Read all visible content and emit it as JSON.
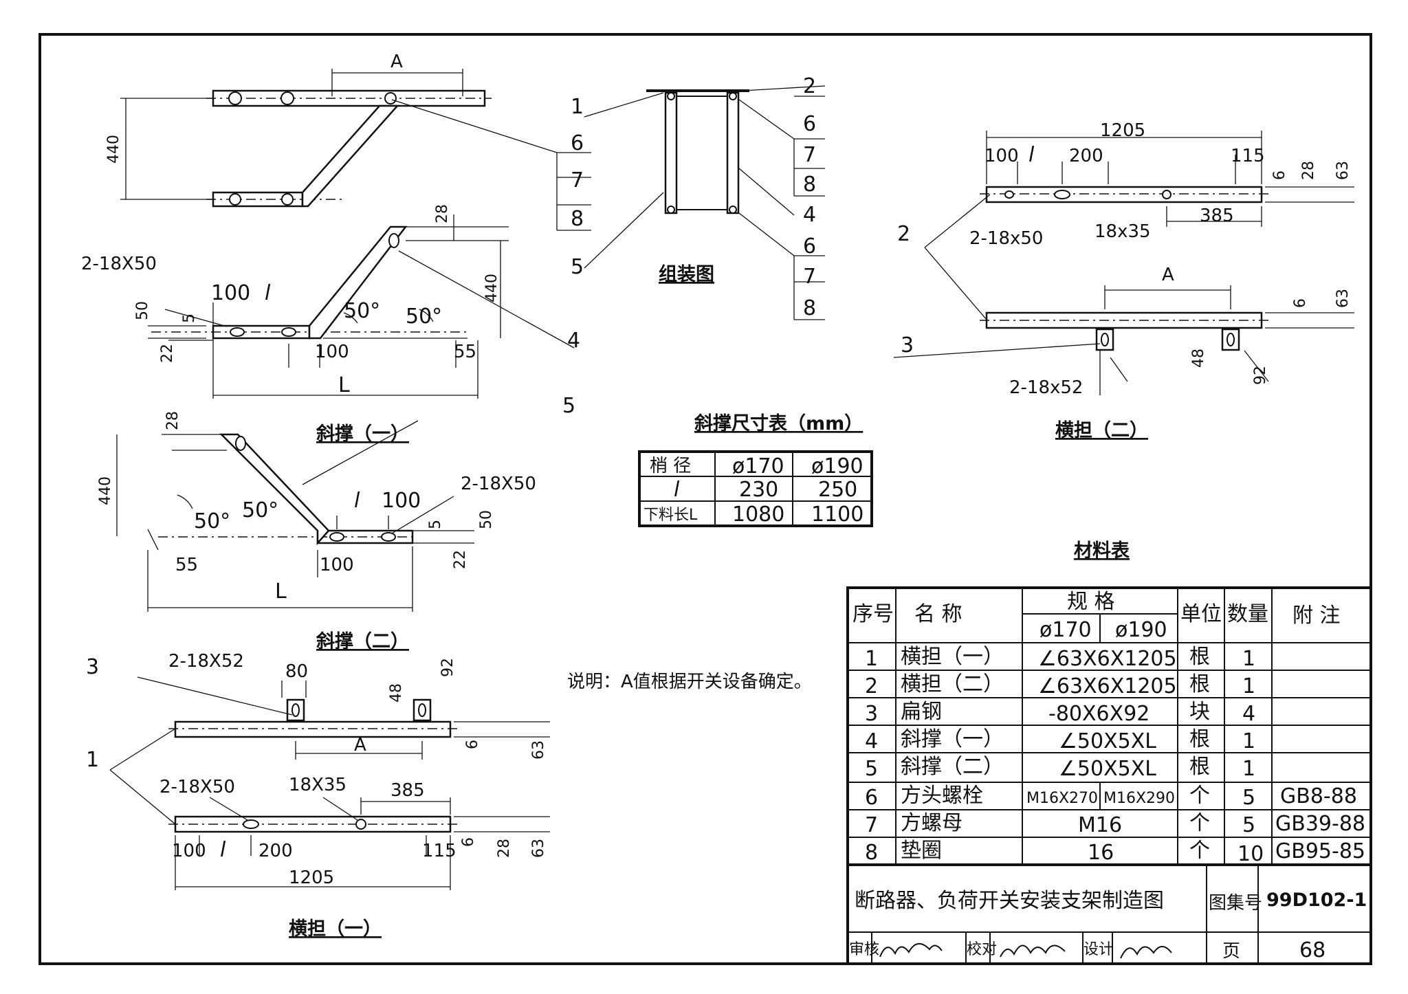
{
  "drawing": {
    "title": "断路器、负荷开关安装支架制造图",
    "atlas_label": "图集号",
    "atlas_no": "99D102-1",
    "page_label": "页",
    "page_no": "68",
    "review_label": "审核",
    "check_label": "校对",
    "design_label": "设计",
    "note": "说明：A值根据开关设备确定。"
  },
  "views": {
    "brace1_title": "斜撑（一）",
    "brace2_title": "斜撑（二）",
    "crossarm1_title": "横担（一）",
    "crossarm2_title": "横担（二）",
    "assembly_title": "组装图",
    "brace_table_title": "斜撑尺寸表（mm）",
    "material_table_title": "材料表"
  },
  "dims": {
    "A": "A",
    "d440": "440",
    "d28": "28",
    "d50": "50",
    "d5": "5",
    "d22": "22",
    "d100": "100",
    "l": "l",
    "L": "L",
    "d55": "55",
    "ang50": "50°",
    "hole_2_18x50": "2-18X50",
    "hole_2_18x50_lc": "2-18x50",
    "hole_2_18x52": "2-18X52",
    "hole_2_18x52_lc": "2-18x52",
    "hole_18x35": "18X35",
    "hole_18x35_lc": "18x35",
    "d200": "200",
    "d385": "385",
    "d115": "115",
    "d1205": "1205",
    "d6": "6",
    "d63": "63",
    "d80": "80",
    "d48": "48",
    "d92": "92"
  },
  "labels": {
    "n1": "1",
    "n2": "2",
    "n3": "3",
    "n4": "4",
    "n5": "5",
    "n6": "6",
    "n7": "7",
    "n8": "8"
  },
  "brace_table": {
    "head": [
      "梢 径",
      "ø170",
      "ø190"
    ],
    "rows": [
      [
        "l",
        "230",
        "250"
      ],
      [
        "下料长L",
        "1080",
        "1100"
      ]
    ]
  },
  "material_table": {
    "headers": {
      "no": "序号",
      "name": "名  称",
      "spec": "规  格",
      "spec_a": "ø170",
      "spec_b": "ø190",
      "unit": "单位",
      "qty": "数量",
      "remark": "附  注"
    },
    "rows": [
      {
        "no": "1",
        "name": "横担（一）",
        "spec": "∠63X6X1205",
        "spec_a": "",
        "spec_b": "",
        "unit": "根",
        "qty": "1",
        "remark": ""
      },
      {
        "no": "2",
        "name": "横担（二）",
        "spec": "∠63X6X1205",
        "spec_a": "",
        "spec_b": "",
        "unit": "根",
        "qty": "1",
        "remark": ""
      },
      {
        "no": "3",
        "name": "扁钢",
        "spec": "-80X6X92",
        "spec_a": "",
        "spec_b": "",
        "unit": "块",
        "qty": "4",
        "remark": ""
      },
      {
        "no": "4",
        "name": "斜撑（一）",
        "spec": "∠50X5XL",
        "spec_a": "",
        "spec_b": "",
        "unit": "根",
        "qty": "1",
        "remark": ""
      },
      {
        "no": "5",
        "name": "斜撑（二）",
        "spec": "∠50X5XL",
        "spec_a": "",
        "spec_b": "",
        "unit": "根",
        "qty": "1",
        "remark": ""
      },
      {
        "no": "6",
        "name": "方头螺栓",
        "spec": "",
        "spec_a": "M16X270",
        "spec_b": "M16X290",
        "unit": "个",
        "qty": "5",
        "remark": "GB8-88"
      },
      {
        "no": "7",
        "name": "方螺母",
        "spec": "M16",
        "spec_a": "",
        "spec_b": "",
        "unit": "个",
        "qty": "5",
        "remark": "GB39-88"
      },
      {
        "no": "8",
        "name": "垫圈",
        "spec": "16",
        "spec_a": "",
        "spec_b": "",
        "unit": "个",
        "qty": "10",
        "remark": "GB95-85"
      }
    ]
  }
}
